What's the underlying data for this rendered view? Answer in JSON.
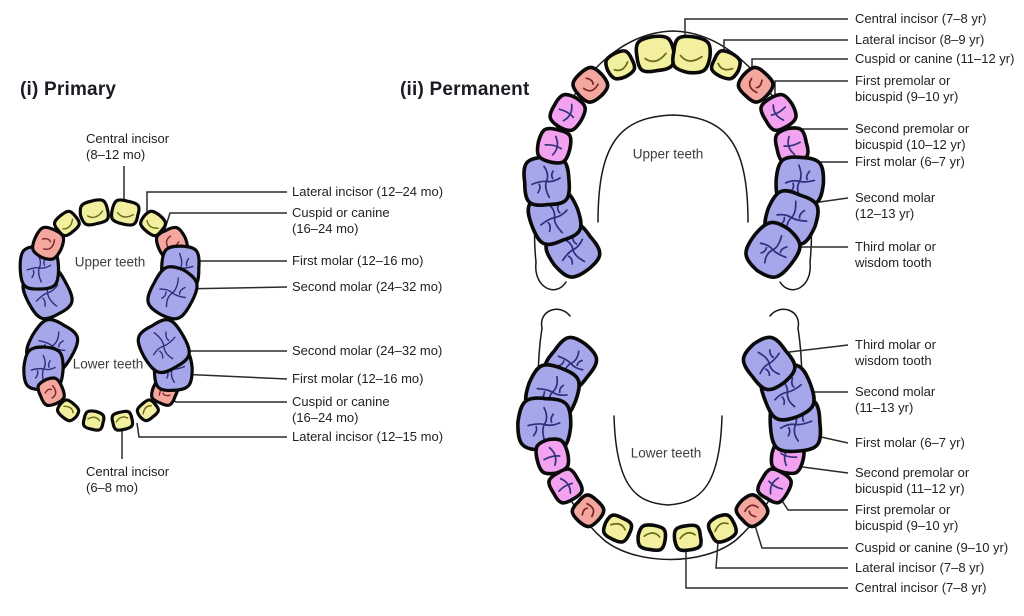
{
  "titles": {
    "primary": "(i) Primary",
    "permanent": "(ii) Permanent"
  },
  "arch_labels": {
    "primary_upper": "Upper teeth",
    "primary_lower": "Lower teeth",
    "permanent_upper": "Upper teeth",
    "permanent_lower": "Lower teeth"
  },
  "primary": {
    "top_label": "Central incisor\n(8–12 mo)",
    "bottom_label": "Central incisor\n(6–8 mo)",
    "upper_labels": [
      "Lateral incisor (12–24 mo)",
      "Cuspid or canine\n(16–24 mo)",
      "First molar (12–16 mo)",
      "Second molar (24–32 mo)"
    ],
    "lower_labels": [
      "Second molar (24–32 mo)",
      "First molar (12–16 mo)",
      "Cuspid or canine\n(16–24 mo)",
      "Lateral incisor (12–15 mo)"
    ],
    "upper_teeth": [
      "molar",
      "molar",
      "canine",
      "incisor",
      "incisor",
      "incisor",
      "incisor",
      "canine",
      "molar",
      "molar"
    ],
    "lower_teeth": [
      "molar",
      "molar",
      "canine",
      "incisor",
      "incisor",
      "incisor",
      "incisor",
      "canine",
      "molar",
      "molar"
    ]
  },
  "permanent": {
    "upper_labels": [
      "Central incisor (7–8 yr)",
      "Lateral incisor (8–9 yr)",
      "Cuspid or canine (11–12 yr)",
      "First premolar or\nbicuspid (9–10 yr)",
      "Second premolar or\nbicuspid (10–12 yr)",
      "First molar (6–7 yr)",
      "Second molar\n(12–13 yr)",
      "Third molar or\nwisdom tooth"
    ],
    "lower_labels": [
      "Third molar or\nwisdom tooth",
      "Second molar\n(11–13 yr)",
      "First molar (6–7 yr)",
      "Second premolar or\nbicuspid (11–12 yr)",
      "First premolar or\nbicuspid (9–10 yr)",
      "Cuspid or canine (9–10 yr)",
      "Lateral incisor (7–8 yr)",
      "Central incisor (7–8 yr)"
    ],
    "upper_teeth": [
      "molar",
      "molar",
      "molar",
      "premolar",
      "premolar",
      "canine",
      "incisor",
      "incisor",
      "incisor",
      "incisor",
      "canine",
      "premolar",
      "premolar",
      "molar",
      "molar",
      "molar"
    ],
    "lower_teeth": [
      "molar",
      "molar",
      "molar",
      "premolar",
      "premolar",
      "canine",
      "incisor",
      "incisor",
      "incisor",
      "incisor",
      "canine",
      "premolar",
      "premolar",
      "molar",
      "molar",
      "molar"
    ]
  },
  "colors": {
    "incisor": "#f2f09e",
    "canine": "#f4a79f",
    "premolar": "#f2a2ee",
    "molar": "#a6a6ea",
    "outline": "#0a0a0a",
    "detail_incisor": "#6a6a1c",
    "detail_canine": "#7c2626",
    "detail_premolar": "#33337e",
    "detail_molar": "#2e2e7e",
    "leader_line": "#2b2b2b",
    "gum_line": "#1a1a1a"
  }
}
